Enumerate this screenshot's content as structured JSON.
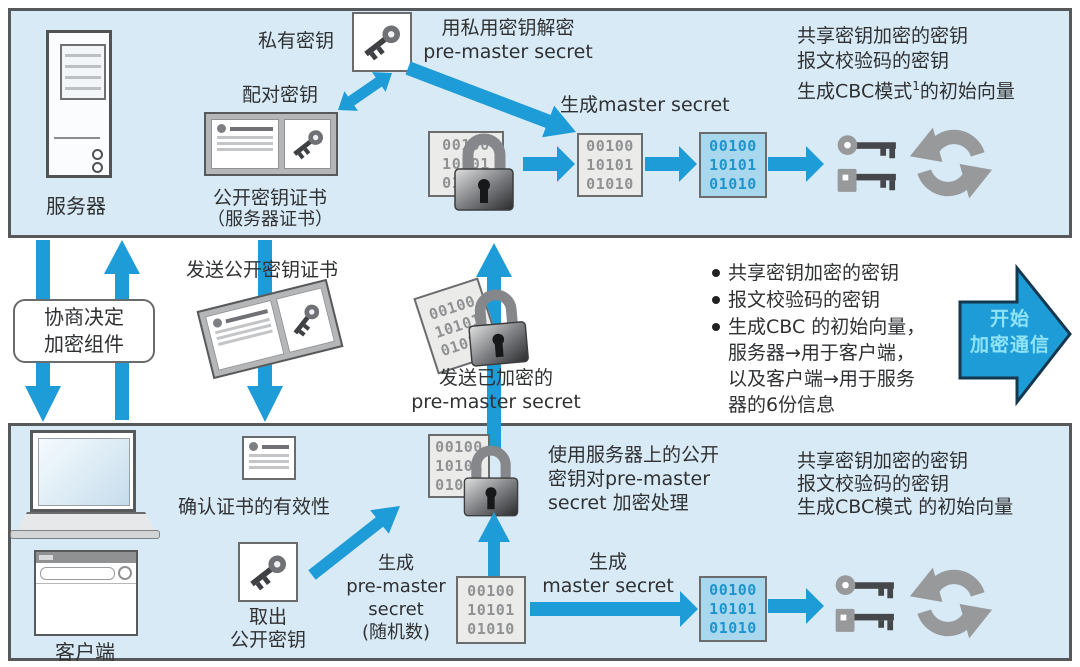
{
  "binary_value": "00100\n10101\n01010",
  "colors": {
    "panel_bg": "#d8eaf6",
    "arrow_blue": "#1e9cd7",
    "binary_blue_bg": "#a9d7ee",
    "binary_blue_text": "#1c95cf",
    "start_arrow_text": "#8fe3f6"
  },
  "server": {
    "label": "服务器",
    "private_key_label": "私有密钥",
    "paired_key_label": "配对密钥",
    "cert_title": "公开密钥证书",
    "cert_subtitle": "（服务器证书）",
    "decrypt_note": "用私用密钥解密\npre-master secret",
    "generate_master_label": "生成master secret",
    "keys_note_line1": "共享密钥加密的密钥",
    "keys_note_line2": "报文校验码的密钥",
    "keys_note_line3_pre": "生成CBC模式",
    "keys_note_line3_sup": "1",
    "keys_note_line3_post": "的初始向量"
  },
  "middle": {
    "negotiate_label": "协商决定\n加密组件",
    "send_cert_label": "发送公开密钥证书",
    "send_premaster_label": "发送已加密的\npre-master secret",
    "bullet1": "共享密钥加密的密钥",
    "bullet2": "报文校验码的密钥",
    "bullet3": "生成CBC 的初始向量，\n服务器→用于客户端，\n以及客户端→用于服务\n器的6份信息",
    "start_label": "开始\n加密通信"
  },
  "client": {
    "label": "客户端",
    "verify_cert_label": "确认证书的有效性",
    "extract_key_label": "取出\n公开密钥",
    "generate_premaster_label": "生成\npre-master\nsecret\n(随机数)",
    "encrypt_note": "使用服务器上的公开\n密钥对pre-master\nsecret 加密处理",
    "generate_master_label": "生成\nmaster secret",
    "keys_note_line1": "共享密钥加密的密钥",
    "keys_note_line2": "报文校验码的密钥",
    "keys_note_line3": "生成CBC模式 的初始向量"
  }
}
